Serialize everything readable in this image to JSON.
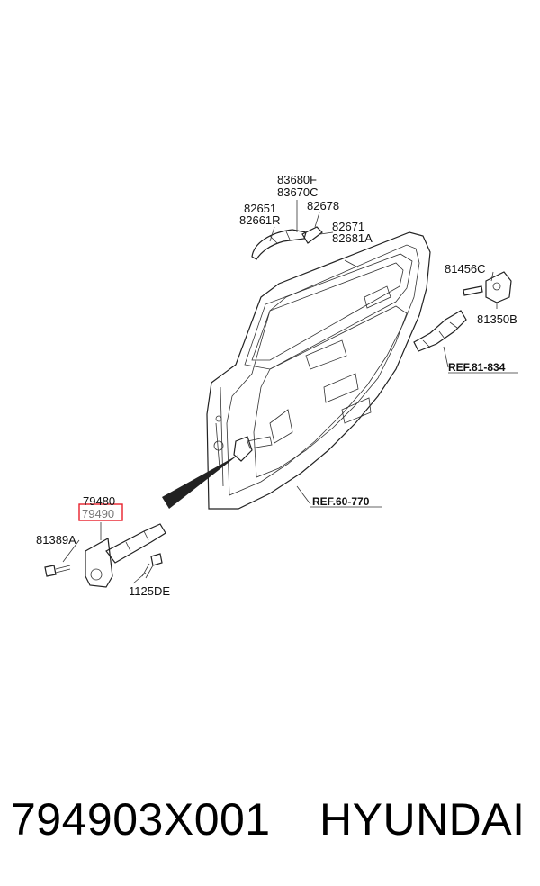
{
  "diagram": {
    "labels": {
      "l83680F": "83680F",
      "l83670C": "83670C",
      "l82651": "82651",
      "l82661R": "82661R",
      "l82678": "82678",
      "l82671": "82671",
      "l82681A": "82681A",
      "l81456C": "81456C",
      "l81350B": "81350B",
      "l79480": "79480",
      "l79490": "79490",
      "l81389A": "81389A",
      "l1125DE": "1125DE"
    },
    "refs": {
      "ref_81_834": "REF.81-834",
      "ref_60_770": "REF.60-770"
    },
    "highlight_color": "#e8202a"
  },
  "footer": {
    "part_number": "794903X001",
    "brand": "HYUNDAI"
  }
}
